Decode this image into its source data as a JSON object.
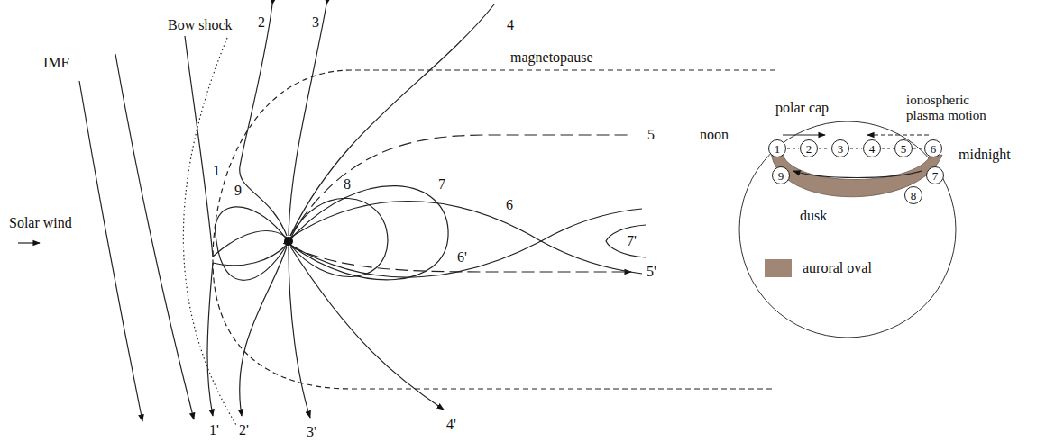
{
  "diagram": {
    "nodes": [
      {
        "text": [
          "1"
        ]
      },
      {
        "text": [
          "2"
        ]
      },
      {
        "text": [
          "3"
        ]
      },
      {
        "text": [
          "4"
        ]
      },
      {
        "text": [
          "5"
        ]
      },
      {
        "text": [
          "6"
        ]
      },
      {
        "text": [
          "7"
        ]
      },
      {
        "text": [
          "8"
        ]
      },
      {
        "text": [
          "9"
        ]
      }
    ],
    "edges": [
      {
        "from": 0,
        "to": 1,
        "arrow": "none"
      },
      {
        "from": 1,
        "to": 2,
        "arrow": "none"
      },
      {
        "from": 2,
        "to": 3,
        "arrow": "none"
      },
      {
        "from": 3,
        "to": 4,
        "arrow": "none"
      },
      {
        "from": 4,
        "to": 5,
        "arrow": "none"
      }
    ],
    "labels": [
      "IMF",
      "Bow shock",
      "magnetopause",
      "Solar wind",
      "2",
      "3",
      "4",
      "1",
      "9",
      "8",
      "7",
      "6",
      "7'",
      "6'",
      "5",
      "5'",
      "1'",
      "2'",
      "3'",
      "4'",
      "noon",
      "polar cap",
      "ionospheric plasma motion",
      "midnight",
      "dusk"
    ],
    "legend": [
      {
        "text": "auroral oval",
        "color": "#a08675"
      }
    ]
  }
}
